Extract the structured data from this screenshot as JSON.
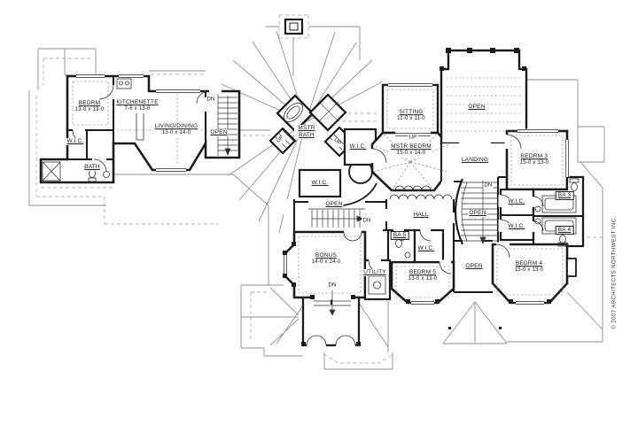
{
  "copyright": "© 2007 ARCHITECTS NORTHWEST INC.",
  "markers": {
    "dn": "DN",
    "up": "UP",
    "open": "OPEN",
    "wic": "W.I.C."
  },
  "rooms": {
    "bedrm_left": {
      "name": "BEDRM",
      "dims": "13-0 x 13-0"
    },
    "kitchenette": {
      "name": "KITCHENETTE",
      "dims": "7-6 x 13-0"
    },
    "living_dining": {
      "name": "LIVING/DINING",
      "dims": "13-0 x 14-0"
    },
    "bath": {
      "name": "BATH"
    },
    "mstr_bath": {
      "name": "MSTR BATH"
    },
    "mstr_bedrm": {
      "name": "MSTR BEDRM",
      "dims": "15-0 x 14-0"
    },
    "sitting": {
      "name": "SITTING",
      "dims": "11-0 x 11-0"
    },
    "landing": {
      "name": "LANDING"
    },
    "hall": {
      "name": "HALL"
    },
    "bedrm3": {
      "name": "BEDRM 3",
      "dims": "15-0 x 13-0"
    },
    "bedrm4": {
      "name": "BEDRM 4",
      "dims": "15-0 x 13-0"
    },
    "bedrm5": {
      "name": "BEDRM 5",
      "dims": "13-0 x 13-0"
    },
    "ba3": {
      "name": "BA 3"
    },
    "ba4": {
      "name": "BA 4"
    },
    "ba5": {
      "name": "BA 5"
    },
    "bonus": {
      "name": "BONUS",
      "dims": "14-0 x 24-0"
    },
    "utility": {
      "name": "UTILITY"
    }
  },
  "colors": {
    "wall": "#1b1b1b",
    "roof": "#8f8f8f",
    "dash": "#8a8a8a"
  }
}
